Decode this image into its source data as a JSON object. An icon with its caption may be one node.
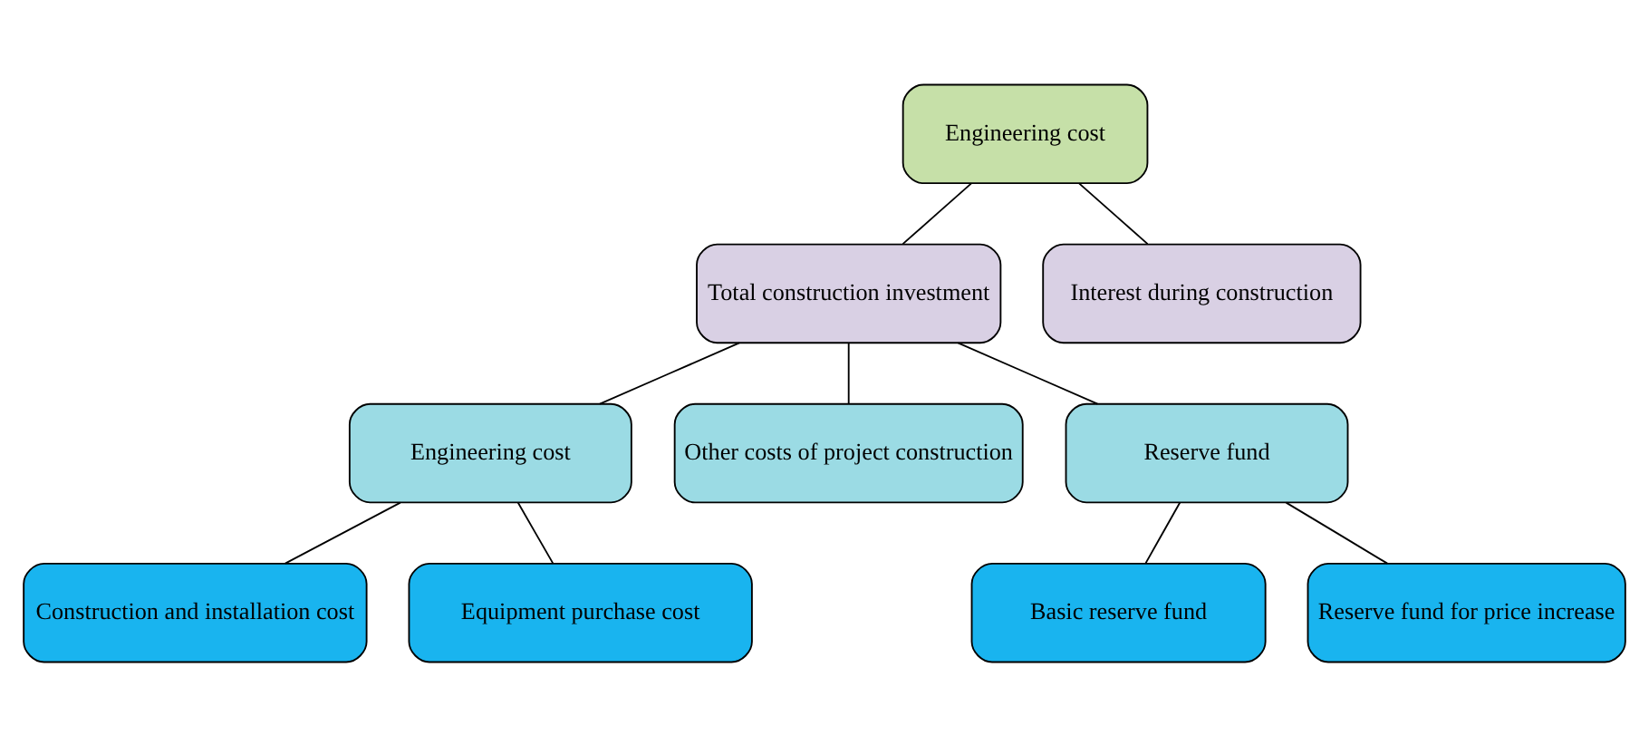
{
  "diagram": {
    "nodes": [
      {
        "text": [
          "Engineering cost"
        ]
      },
      {
        "text": [
          "Total construction investment"
        ]
      },
      {
        "text": [
          "Interest during construction"
        ]
      },
      {
        "text": [
          "Engineering cost"
        ]
      },
      {
        "text": [
          "Other costs of project construction"
        ]
      },
      {
        "text": [
          "Reserve fund"
        ]
      },
      {
        "text": [
          "Construction and installation cost"
        ]
      },
      {
        "text": [
          "Equipment purchase cost"
        ]
      },
      {
        "text": [
          "Basic reserve fund"
        ]
      },
      {
        "text": [
          "Reserve fund for price increase"
        ]
      }
    ],
    "edges": [
      {
        "from": 0,
        "to": 1,
        "arrow": "none"
      },
      {
        "from": 0,
        "to": 2,
        "arrow": "none"
      },
      {
        "from": 1,
        "to": 3,
        "arrow": "none"
      },
      {
        "from": 1,
        "to": 4,
        "arrow": "none"
      },
      {
        "from": 1,
        "to": 5,
        "arrow": "none"
      },
      {
        "from": 3,
        "to": 6,
        "arrow": "none"
      },
      {
        "from": 3,
        "to": 7,
        "arrow": "none"
      },
      {
        "from": 5,
        "to": 8,
        "arrow": "none"
      },
      {
        "from": 5,
        "to": 9,
        "arrow": "none"
      }
    ]
  }
}
